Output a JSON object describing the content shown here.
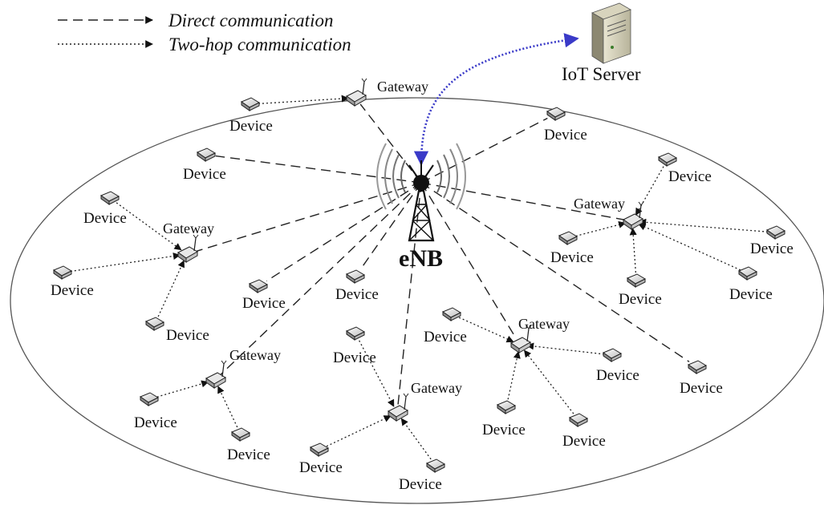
{
  "legend": {
    "direct_label": "Direct communication",
    "twohop_label": "Two-hop communication"
  },
  "labels": {
    "server": "IoT Server",
    "enb": "eNB",
    "gateway": "Gateway",
    "device": "Device"
  },
  "colors": {
    "server_link": "#3a3ac8",
    "line": "#222222"
  },
  "icons": {
    "server": "server-icon",
    "enb": "cell-tower-icon",
    "gateway": "gateway-router-icon",
    "device": "device-icon"
  }
}
